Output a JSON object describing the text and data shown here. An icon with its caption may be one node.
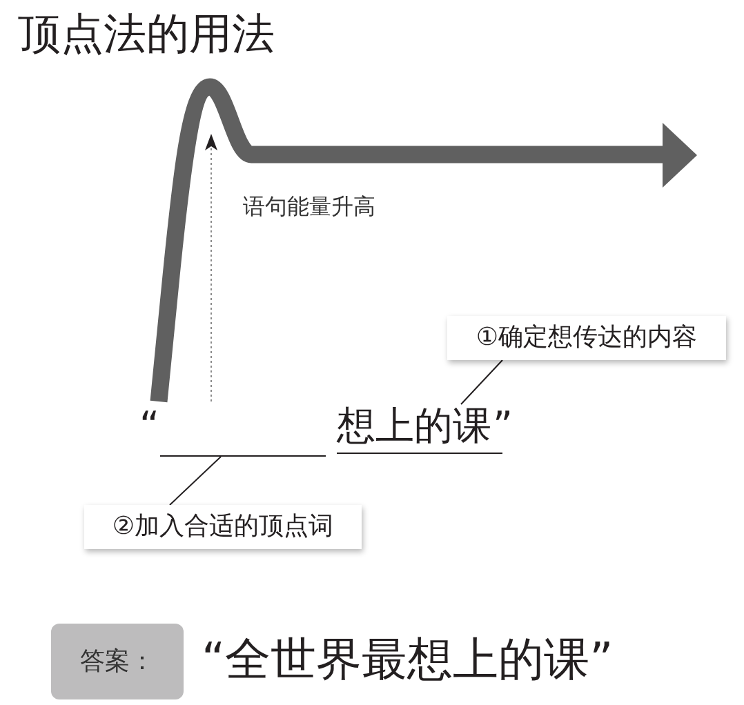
{
  "diagram": {
    "title": "顶点法的用法",
    "nodes": [
      {
        "text": [
          "①确定想传达的内容"
        ]
      },
      {
        "text": [],
        "shape": "line"
      },
      {
        "text": [
          "想上的课"
        ]
      },
      {
        "text": [
          "②加入合适的顶点词"
        ]
      },
      {
        "text": [
          "答案："
        ]
      }
    ],
    "edges": [
      {
        "from": 0,
        "to": 2,
        "arrow": "none"
      },
      {
        "from": 3,
        "to": 1,
        "arrow": "none"
      }
    ],
    "labels": [
      "语句能量升高",
      "“",
      "”",
      "“全世界最想上的课”"
    ]
  }
}
